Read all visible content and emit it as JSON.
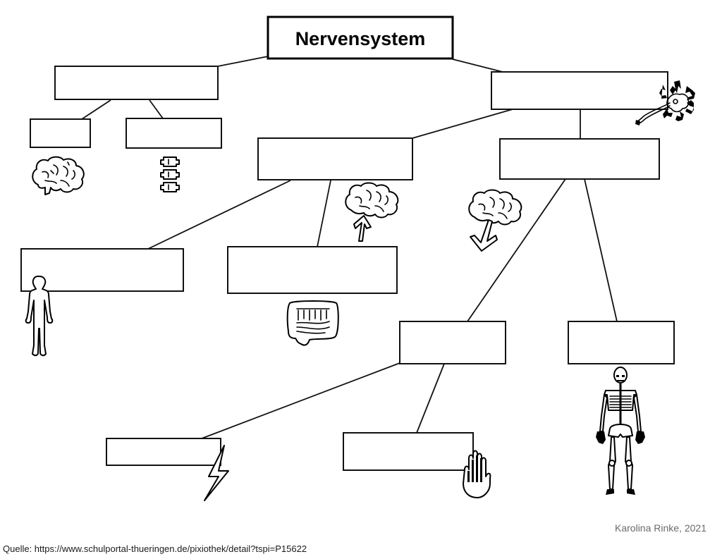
{
  "diagram": {
    "title": "Nervensystem",
    "nodes": [
      {
        "id": "root",
        "label": "Nervensystem",
        "filled": true
      },
      {
        "id": "left-1",
        "label": ""
      },
      {
        "id": "left-1a",
        "label": "",
        "icon": "brain-icon"
      },
      {
        "id": "left-1b",
        "label": "",
        "icon": "spine-icon"
      },
      {
        "id": "right-1",
        "label": "",
        "icon": "neuron-icon"
      },
      {
        "id": "mid-2",
        "label": ""
      },
      {
        "id": "mid-2a",
        "label": "",
        "icon": "human-body-icon"
      },
      {
        "id": "mid-2b",
        "label": "",
        "icon": "intestine-icon"
      },
      {
        "id": "right-2",
        "label": ""
      },
      {
        "id": "right-2a",
        "label": ""
      },
      {
        "id": "right-2b",
        "label": "",
        "icon": "skeleton-icon"
      },
      {
        "id": "right-2a-i",
        "label": "",
        "icon": "lightning-icon"
      },
      {
        "id": "right-2a-ii",
        "label": "",
        "icon": "hand-icon"
      }
    ],
    "edges": [
      [
        "root",
        "left-1"
      ],
      [
        "root",
        "right-1"
      ],
      [
        "left-1",
        "left-1a"
      ],
      [
        "left-1",
        "left-1b"
      ],
      [
        "right-1",
        "mid-2"
      ],
      [
        "right-1",
        "right-2"
      ],
      [
        "mid-2",
        "mid-2a"
      ],
      [
        "mid-2",
        "mid-2b"
      ],
      [
        "right-2",
        "right-2a"
      ],
      [
        "right-2",
        "right-2b"
      ],
      [
        "right-2a",
        "right-2a-i"
      ],
      [
        "right-2a",
        "right-2a-ii"
      ]
    ],
    "floating_icons": [
      "brain-arrow-up-icon",
      "brain-arrow-down-icon"
    ]
  },
  "footer": {
    "credit": "Karolina Rinke, 2021",
    "source": "Quelle: https://www.schulportal-thueringen.de/pixiothek/detail?tspi=P15622"
  }
}
